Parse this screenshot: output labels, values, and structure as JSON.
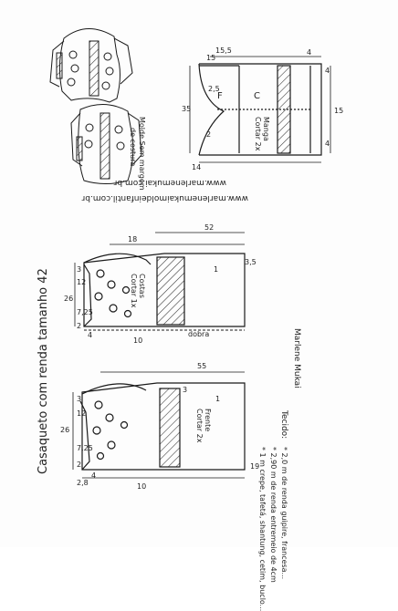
{
  "title": {
    "text": "Casaqueto com renda",
    "size_label": "tamanho",
    "size_value": "42"
  },
  "websites": [
    "www.marlenemukai.com.br",
    "www.marlenemukaimoldeinfantil.com.br"
  ],
  "margin_note": [
    "Molde Sem margem",
    "de costura"
  ],
  "sleeve": {
    "label": "Manga",
    "cut": "Cortar 2x",
    "panels": [
      "F",
      "C"
    ],
    "measures": {
      "m4a": "4",
      "m35": "35",
      "m15_5": "15,5",
      "m15a": "15",
      "m15b": "15",
      "m4b": "4",
      "m25": "2,5",
      "m2": "2",
      "m4c": "4",
      "m14": "14"
    }
  },
  "back": {
    "label": "Costas",
    "cut": "Cortar 1x",
    "fold": "dobra",
    "measures": {
      "m52": "52",
      "m35": "3,5",
      "m18": "18",
      "m1": "1",
      "m26": "26",
      "m12": "12",
      "m7_25": "7,25",
      "m3": "3",
      "m4": "4",
      "m10": "10",
      "m2": "2"
    }
  },
  "front": {
    "label": "Frente",
    "cut": "Cortar 2x",
    "measures": {
      "m55": "55",
      "m3": "3",
      "m1": "1",
      "m26": "26",
      "m12": "12",
      "m7_25": "7,25",
      "m3b": "3",
      "m2_8": "2,8",
      "m10": "10",
      "m4": "4",
      "m2": "2",
      "m19": "19"
    }
  },
  "fabric": {
    "heading": "Tecido:",
    "lines": [
      "* 2,0 m de renda guipire, francesa...",
      "* 2,90 m de renda entremeio de 4cm",
      "* 1 m crepe, tafetá, shantung, cetim, buclo..."
    ]
  },
  "signature": "Marlene Mukai",
  "colors": {
    "ink": "#1a1a1a",
    "hatch": "#333333",
    "paper": "#fdfdfd"
  }
}
